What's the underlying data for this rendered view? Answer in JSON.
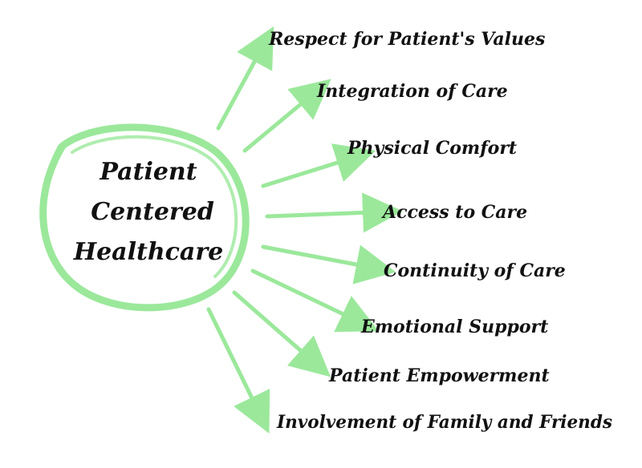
{
  "center": {
    "lines": [
      "Patient",
      "Centered",
      "Healthcare"
    ]
  },
  "items": [
    "Respect for Patient's Values",
    "Integration of Care",
    "Physical Comfort",
    "Access to Care",
    "Continuity of Care",
    "Emotional Support",
    "Patient Empowerment",
    "Involvement of Family and Friends"
  ],
  "colors": {
    "accent": "#9be89b",
    "text": "#111111"
  }
}
